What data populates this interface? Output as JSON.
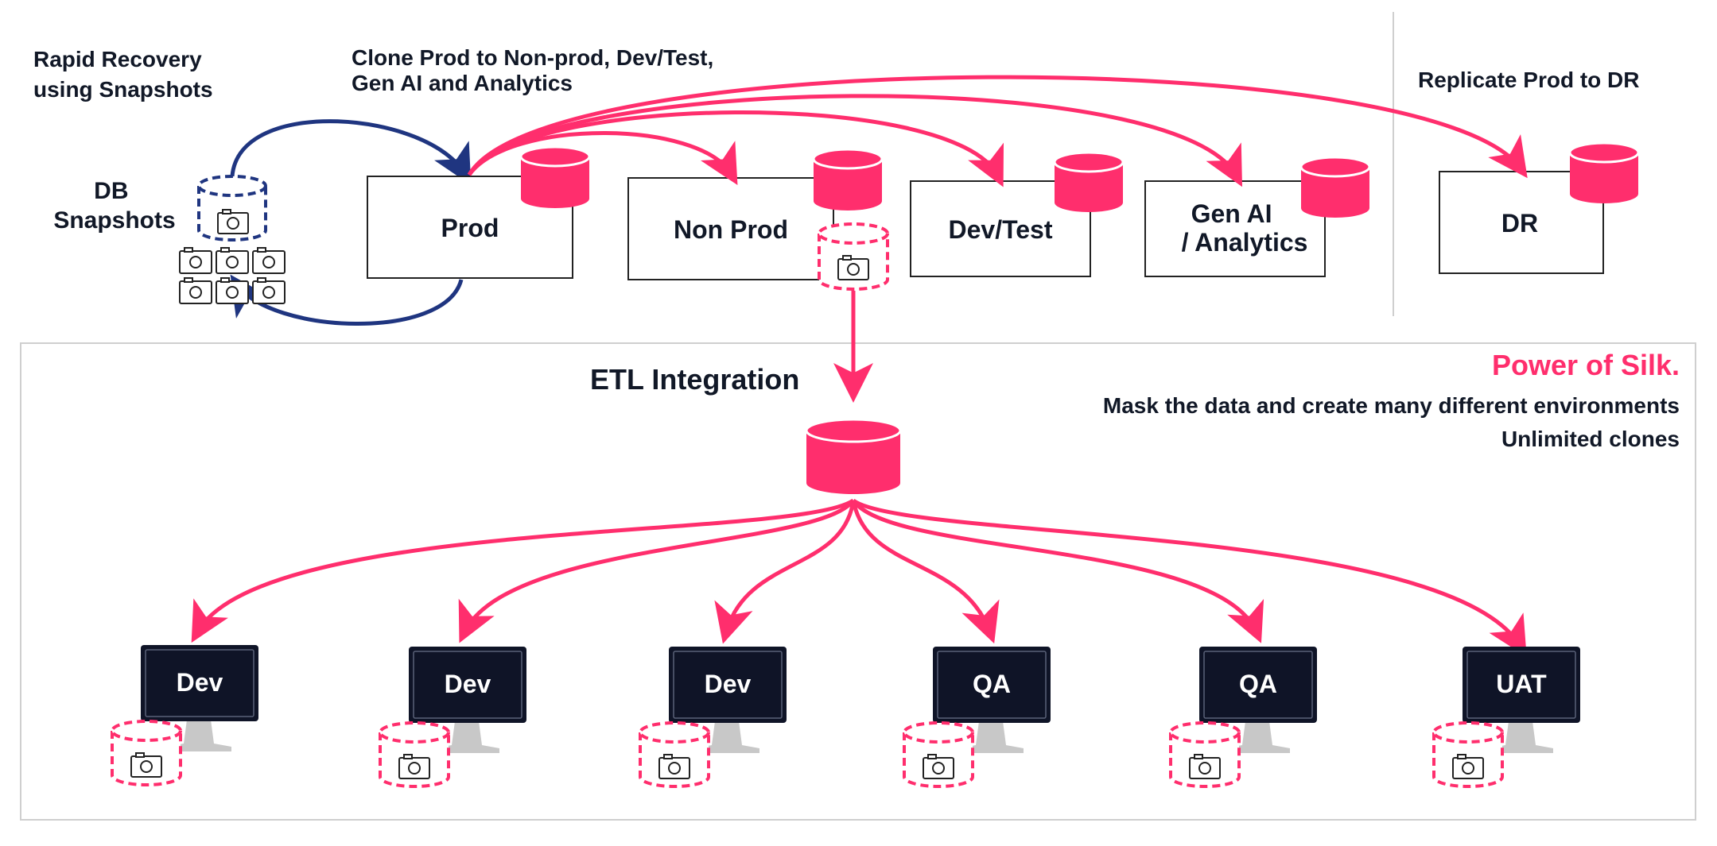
{
  "colors": {
    "accent": "#ff2e6d",
    "navy": "#1f3580",
    "monitor": "#0f1427",
    "stand": "#c8c8c8",
    "box_stroke": "#222222",
    "panel_stroke": "#cfcfcf"
  },
  "annotations": {
    "rapid_recovery": [
      "Rapid Recovery",
      "using Snapshots"
    ],
    "clone_prod": [
      "Clone Prod to Non-prod, Dev/Test,",
      "Gen AI and Analytics"
    ],
    "replicate": "Replicate Prod to DR",
    "db_snapshots": [
      "DB",
      "Snapshots"
    ],
    "etl": "ETL Integration",
    "power": "Power of Silk.",
    "mask": "Mask the data and create many different environments",
    "unlimited": "Unlimited clones"
  },
  "environments": {
    "prod": "Prod",
    "non_prod": "Non Prod",
    "dev_test": "Dev/Test",
    "gen_ai": [
      "Gen AI",
      "/ Analytics"
    ],
    "dr": "DR"
  },
  "monitors": [
    "Dev",
    "Dev",
    "Dev",
    "QA",
    "QA",
    "UAT"
  ],
  "icons": [
    "database-icon",
    "camera-icon",
    "monitor-icon",
    "arrow-icon",
    "snapshot-stack-icon"
  ]
}
